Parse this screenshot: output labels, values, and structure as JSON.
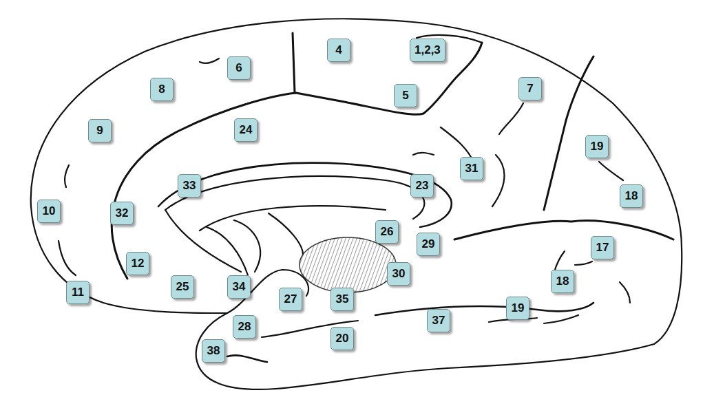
{
  "diagram": {
    "labels": [
      "4",
      "1,2,3",
      "6",
      "8",
      "5",
      "7",
      "9",
      "24",
      "19",
      "31",
      "23",
      "33",
      "18",
      "10",
      "32",
      "26",
      "29",
      "17",
      "12",
      "30",
      "25",
      "34",
      "27",
      "35",
      "11",
      "18",
      "19",
      "28",
      "37",
      "20",
      "38"
    ]
  }
}
